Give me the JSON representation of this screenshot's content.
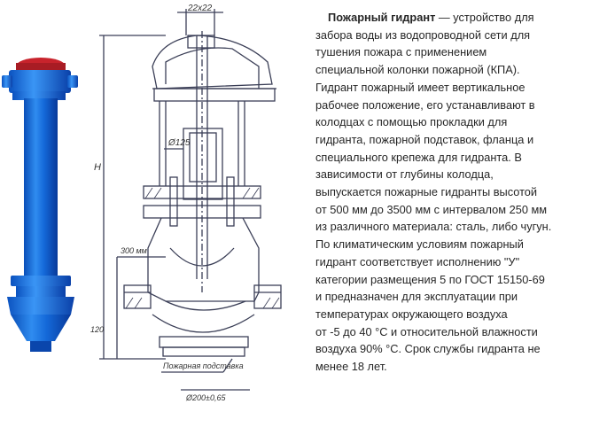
{
  "drawing": {
    "dim_top": "22x22",
    "dim_diameter": "Ø125",
    "dim_height": "H",
    "dim_300": "300 мм",
    "dim_120": "120",
    "label_stand": "Пожарная подставка",
    "dim_flange": "Ø200±0,65"
  },
  "description": {
    "term": "Пожарный гидрант",
    "lines": [
      " — устройство для",
      "забора воды из водопроводной сети для",
      "тушения пожара с применением",
      "специальной колонки пожарной (КПА).",
      "Гидрант пожарный имеет вертикальное",
      "рабочее положение, его устанавливают в",
      "колодцах с помощью прокладки для",
      "гидранта, пожарной подставок, фланца и",
      "специального крепежа для гидранта. В",
      "зависимости от глубины колодца,",
      "выпускается пожарные гидранты высотой",
      "от 500 мм до 3500 мм с интервалом 250 мм",
      "из различного материала: сталь, либо чугун.",
      "По климатическим условиям пожарный",
      "гидрант соответствует исполнению \"У\"",
      "категории размещения 5 по ГОСТ 15150-69",
      "и предназначен для эксплуатации при",
      "температурах окружающего воздуха",
      "от -5 до 40 °С и относительной влажности",
      "воздуха 90% °С. Срок службы гидранта не",
      "менее 18 лет."
    ]
  }
}
